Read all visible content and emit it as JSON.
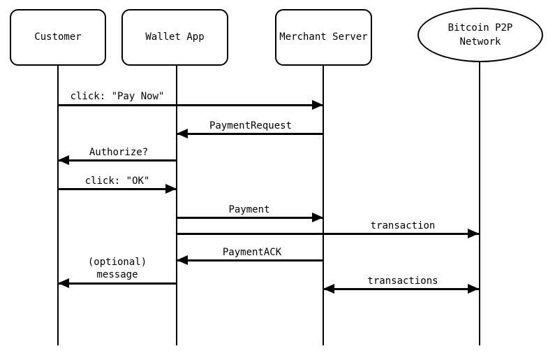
{
  "diagram": {
    "type": "sequence-diagram",
    "background_color": "#ffffff",
    "line_color": "#000000",
    "actors": [
      {
        "id": "customer",
        "label": "Customer",
        "shape": "rounded-rect"
      },
      {
        "id": "wallet-app",
        "label": "Wallet App",
        "shape": "rounded-rect"
      },
      {
        "id": "merchant-server",
        "label": "Merchant Server",
        "shape": "rounded-rect"
      },
      {
        "id": "bitcoin-p2p-network",
        "label": "Bitcoin P2P\nNetwork",
        "shape": "ellipse"
      }
    ],
    "messages": [
      {
        "label": "click: \"Pay Now\"",
        "from": "customer",
        "to": "merchant-server",
        "arrow": "right"
      },
      {
        "label": "PaymentRequest",
        "from": "merchant-server",
        "to": "wallet-app",
        "arrow": "left"
      },
      {
        "label": "Authorize?",
        "from": "wallet-app",
        "to": "customer",
        "arrow": "left"
      },
      {
        "label": "click: \"OK\"",
        "from": "customer",
        "to": "wallet-app",
        "arrow": "right"
      },
      {
        "label": "Payment",
        "from": "wallet-app",
        "to": "merchant-server",
        "arrow": "right"
      },
      {
        "label": "transaction",
        "from": "wallet-app",
        "to": "bitcoin-p2p-network",
        "arrow": "right"
      },
      {
        "label": "PaymentACK",
        "from": "merchant-server",
        "to": "wallet-app",
        "arrow": "left"
      },
      {
        "label": "(optional)\nmessage",
        "from": "wallet-app",
        "to": "customer",
        "arrow": "left"
      },
      {
        "label": "transactions",
        "from": "merchant-server",
        "to": "bitcoin-p2p-network",
        "arrow": "both"
      }
    ]
  }
}
